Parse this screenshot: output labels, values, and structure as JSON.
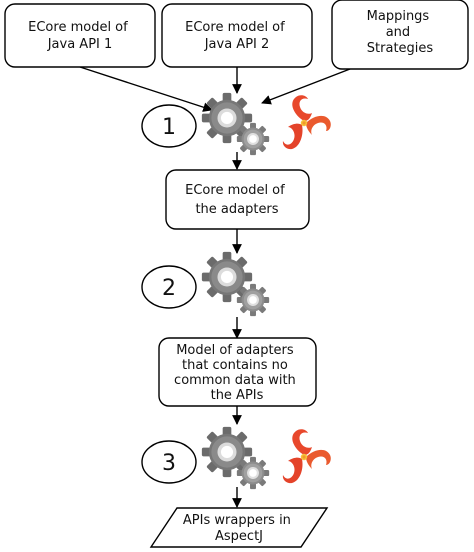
{
  "diagram": {
    "inputs": [
      {
        "lines": [
          "ECore model of",
          "Java API 1"
        ]
      },
      {
        "lines": [
          "ECore model of",
          "Java API 2"
        ]
      },
      {
        "lines": [
          "Mappings",
          "and",
          "Strategies"
        ]
      }
    ],
    "steps": [
      "1",
      "2",
      "3"
    ],
    "intermediate": {
      "lines": [
        "ECore model of",
        "the adapters"
      ]
    },
    "adapters_model": {
      "lines": [
        "Model of adapters",
        "that contains no",
        "common data with",
        "the APIs"
      ]
    },
    "output": {
      "lines": [
        "APIs wrappers in",
        "AspectJ"
      ]
    }
  },
  "icons": {
    "gear": "gears-icon",
    "logo": "logo-icon"
  },
  "colors": {
    "gear_dark": "#6b6b6b",
    "gear_light": "#b5b5b5",
    "logo_red": "#e8482c",
    "logo_orange": "#f39a2a",
    "logo_yellow": "#f6c23a"
  }
}
